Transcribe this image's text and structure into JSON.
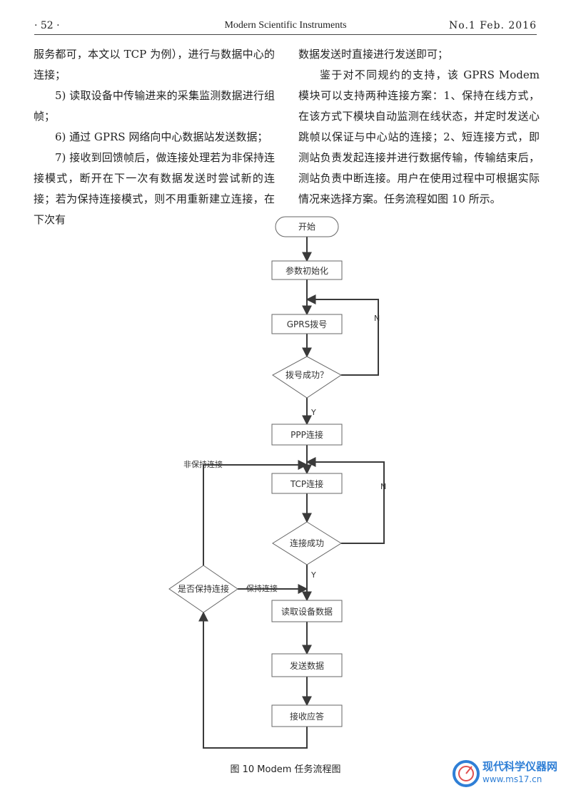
{
  "header": {
    "page_number": "· 52 ·",
    "journal": "Modern Scientific Instruments",
    "issue": "No.1  Feb.  2016"
  },
  "left_column": {
    "p1": "服务都可，本文以 TCP 为例），进行与数据中心的连接；",
    "p2": "5) 读取设备中传输进来的采集监测数据进行组帧；",
    "p3": "6) 通过 GPRS 网络向中心数据站发送数据；",
    "p4": "7) 接收到回馈帧后，做连接处理若为非保持连接模式，断开在下一次有数据发送时尝试新的连接；若为保持连接模式，则不用重新建立连接，在下次有"
  },
  "right_column": {
    "p1": "数据发送时直接进行发送即可；",
    "p2": "鉴于对不同规约的支持，该 GPRS Modem 模块可以支持两种连接方案：1、保持在线方式，在该方式下模块自动监测在线状态，并定时发送心跳帧以保证与中心站的连接；2、短连接方式，即测站负责发起连接并进行数据传输，传输结束后，测站负责中断连接。用户在使用过程中可根据实际情况来选择方案。任务流程如图 10 所示。"
  },
  "flowchart": {
    "start": "开始",
    "init": "参数初始化",
    "dial": "GPRS拨号",
    "dial_ok": "拨号成功？",
    "ppp": "PPP连接",
    "tcp": "TCP连接",
    "tcp_ok": "连接成功",
    "keep_q": "是否保持连接",
    "read": "读取设备数据",
    "send": "发送数据",
    "recv": "接收应答",
    "label_n": "N",
    "label_y": "Y",
    "label_nonkeep": "非保持连接",
    "label_keep": "保持连接"
  },
  "caption": "图 10  Modem 任务流程图",
  "watermark": {
    "name": "现代科学仪器网",
    "url": "www.ms17.cn",
    "color": "#2f7fd6"
  }
}
